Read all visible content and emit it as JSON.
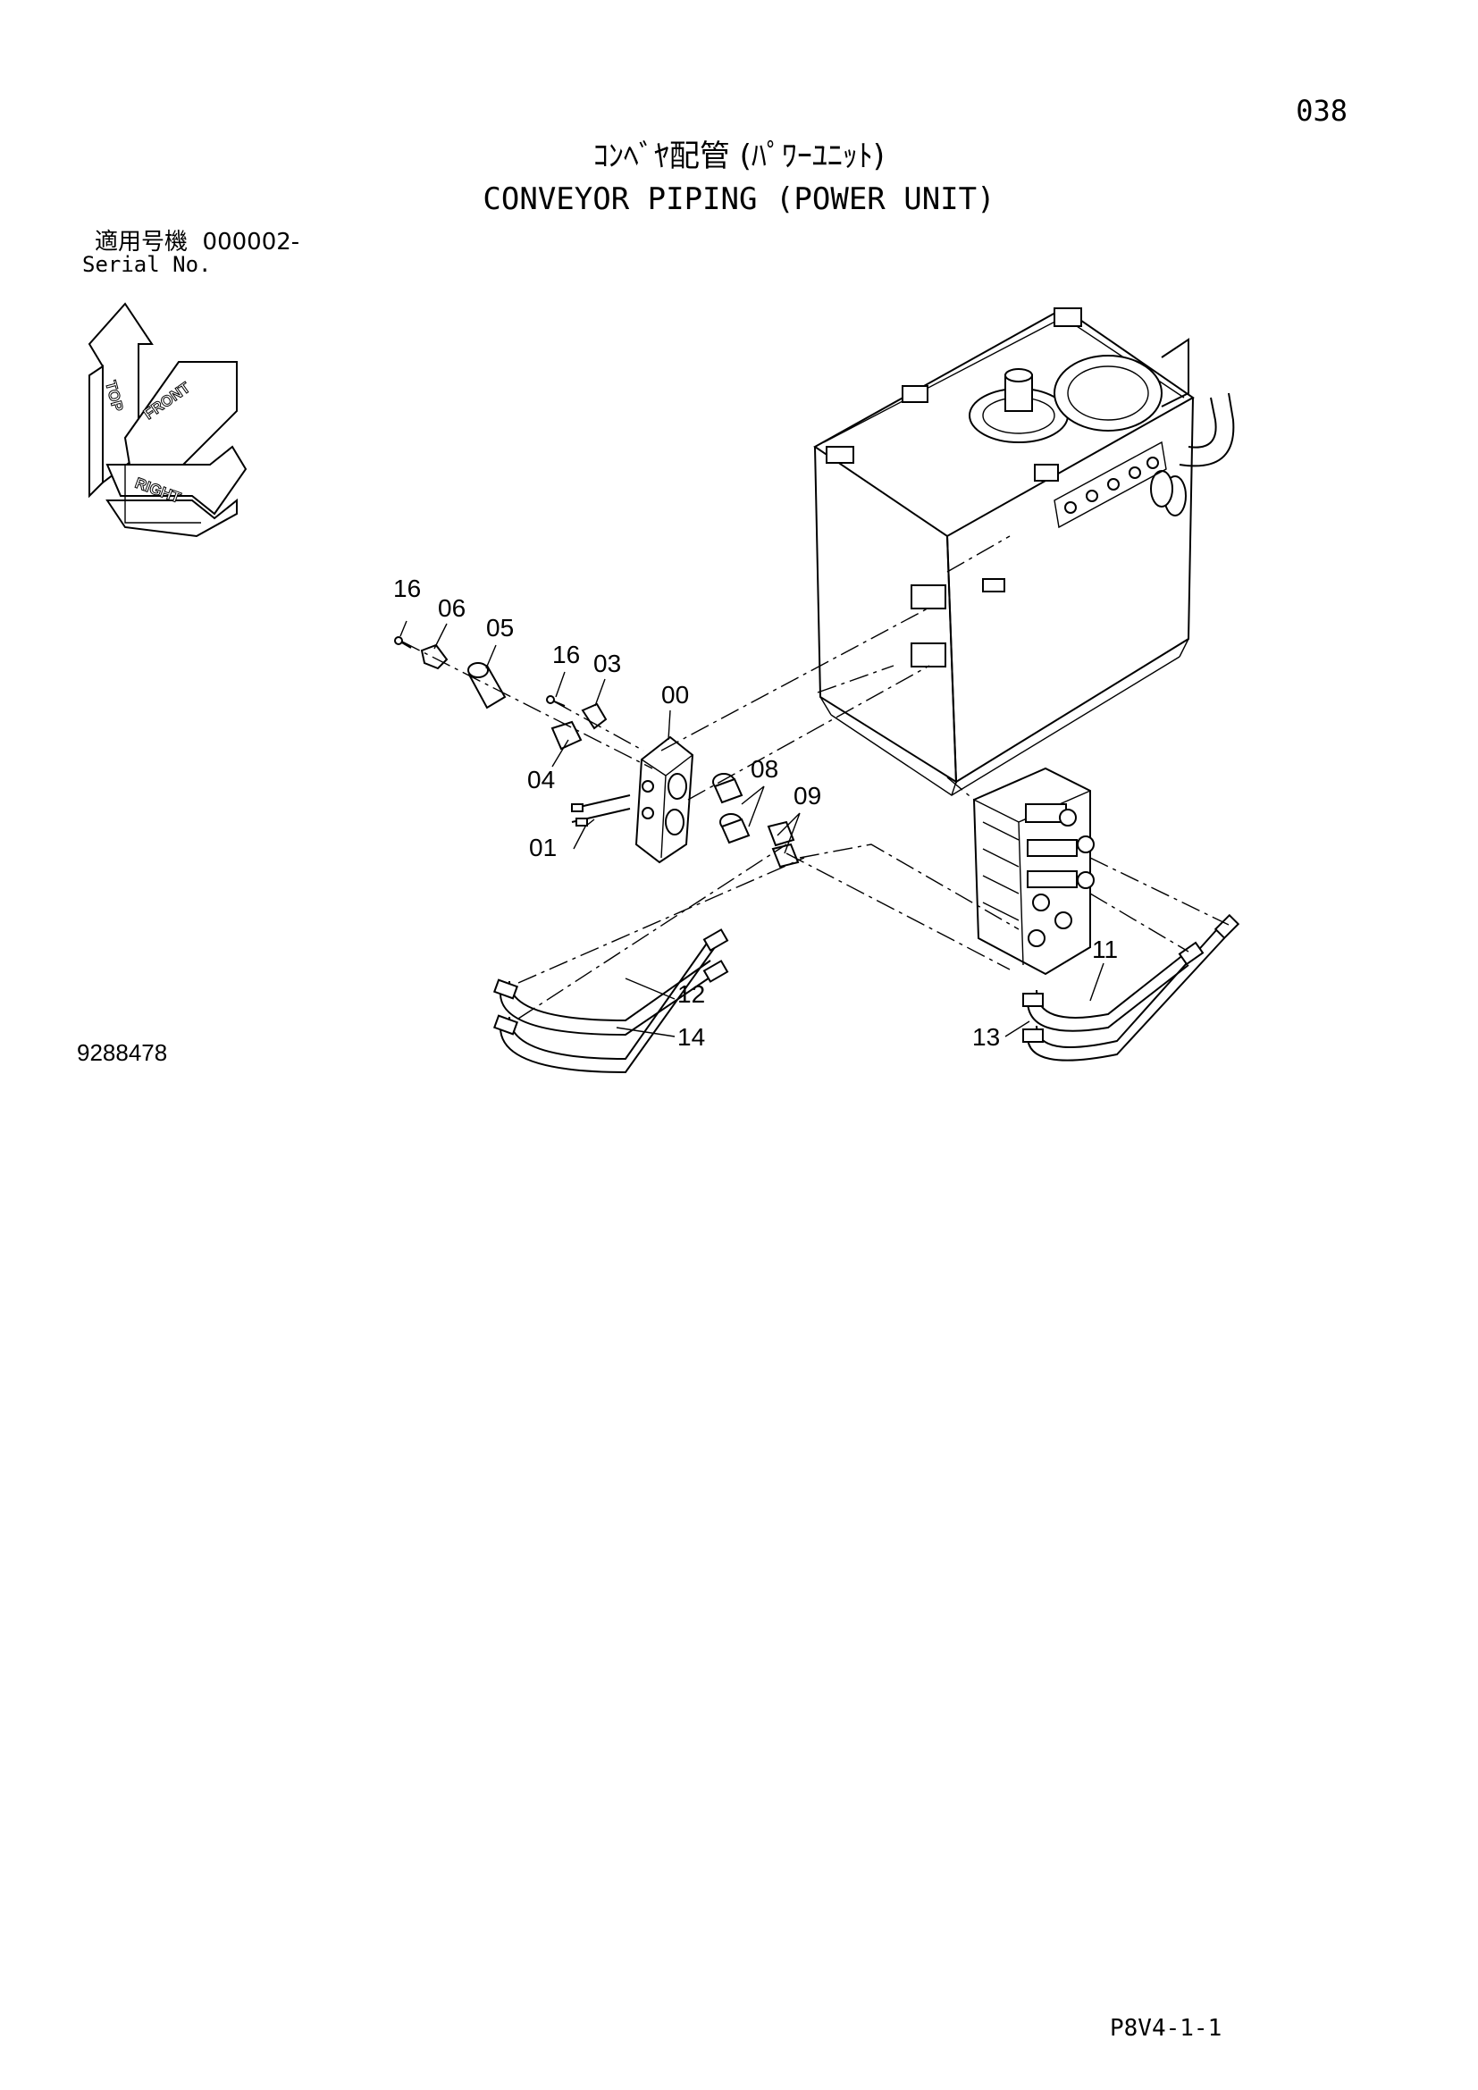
{
  "page": {
    "number": "038",
    "title_jp": "ｺﾝﾍﾞﾔ配管 (ﾊﾟﾜｰﾕﾆｯﾄ)",
    "title_en": "CONVEYOR PIPING (POWER UNIT)",
    "serial_label_jp": "適用号機",
    "serial_value": "000002-",
    "serial_label_en": "Serial No.",
    "drawing_number": "9288478",
    "page_code": "P8V4-1-1"
  },
  "orientation_indicator": {
    "top": "TOP",
    "front": "FRONT",
    "right": "RIGHT"
  },
  "callouts": [
    {
      "id": "16a",
      "label": "16"
    },
    {
      "id": "06",
      "label": "06"
    },
    {
      "id": "05",
      "label": "05"
    },
    {
      "id": "16b",
      "label": "16"
    },
    {
      "id": "03",
      "label": "03"
    },
    {
      "id": "00",
      "label": "00"
    },
    {
      "id": "04",
      "label": "04"
    },
    {
      "id": "08",
      "label": "08"
    },
    {
      "id": "09",
      "label": "09"
    },
    {
      "id": "01",
      "label": "01"
    },
    {
      "id": "11",
      "label": "11"
    },
    {
      "id": "12",
      "label": "12"
    },
    {
      "id": "14",
      "label": "14"
    },
    {
      "id": "13",
      "label": "13"
    }
  ]
}
